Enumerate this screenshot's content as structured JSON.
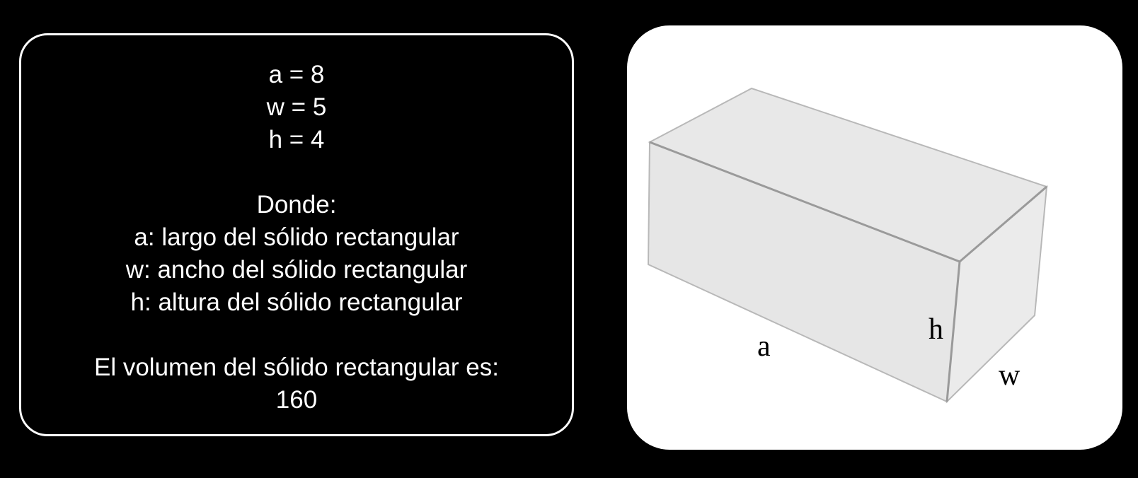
{
  "variables": [
    {
      "text": "a = 8"
    },
    {
      "text": "w = 5"
    },
    {
      "text": "h = 4"
    }
  ],
  "legend": {
    "heading": "Donde:",
    "items": [
      {
        "text": "a: largo del sólido rectangular"
      },
      {
        "text": "w: ancho del sólido rectangular"
      },
      {
        "text": "h: altura del sólido rectangular"
      }
    ]
  },
  "result": {
    "label": "El volumen del sólido rectangular es:",
    "value": "160"
  },
  "diagram": {
    "labels": {
      "a": "a",
      "h": "h",
      "w": "w"
    },
    "colors": {
      "face_front": "#e6e6e6",
      "face_top": "#e8e8e8",
      "face_side": "#ebebeb",
      "edge": "#b8b8b8",
      "edge_dark": "#9a9a9a"
    }
  }
}
